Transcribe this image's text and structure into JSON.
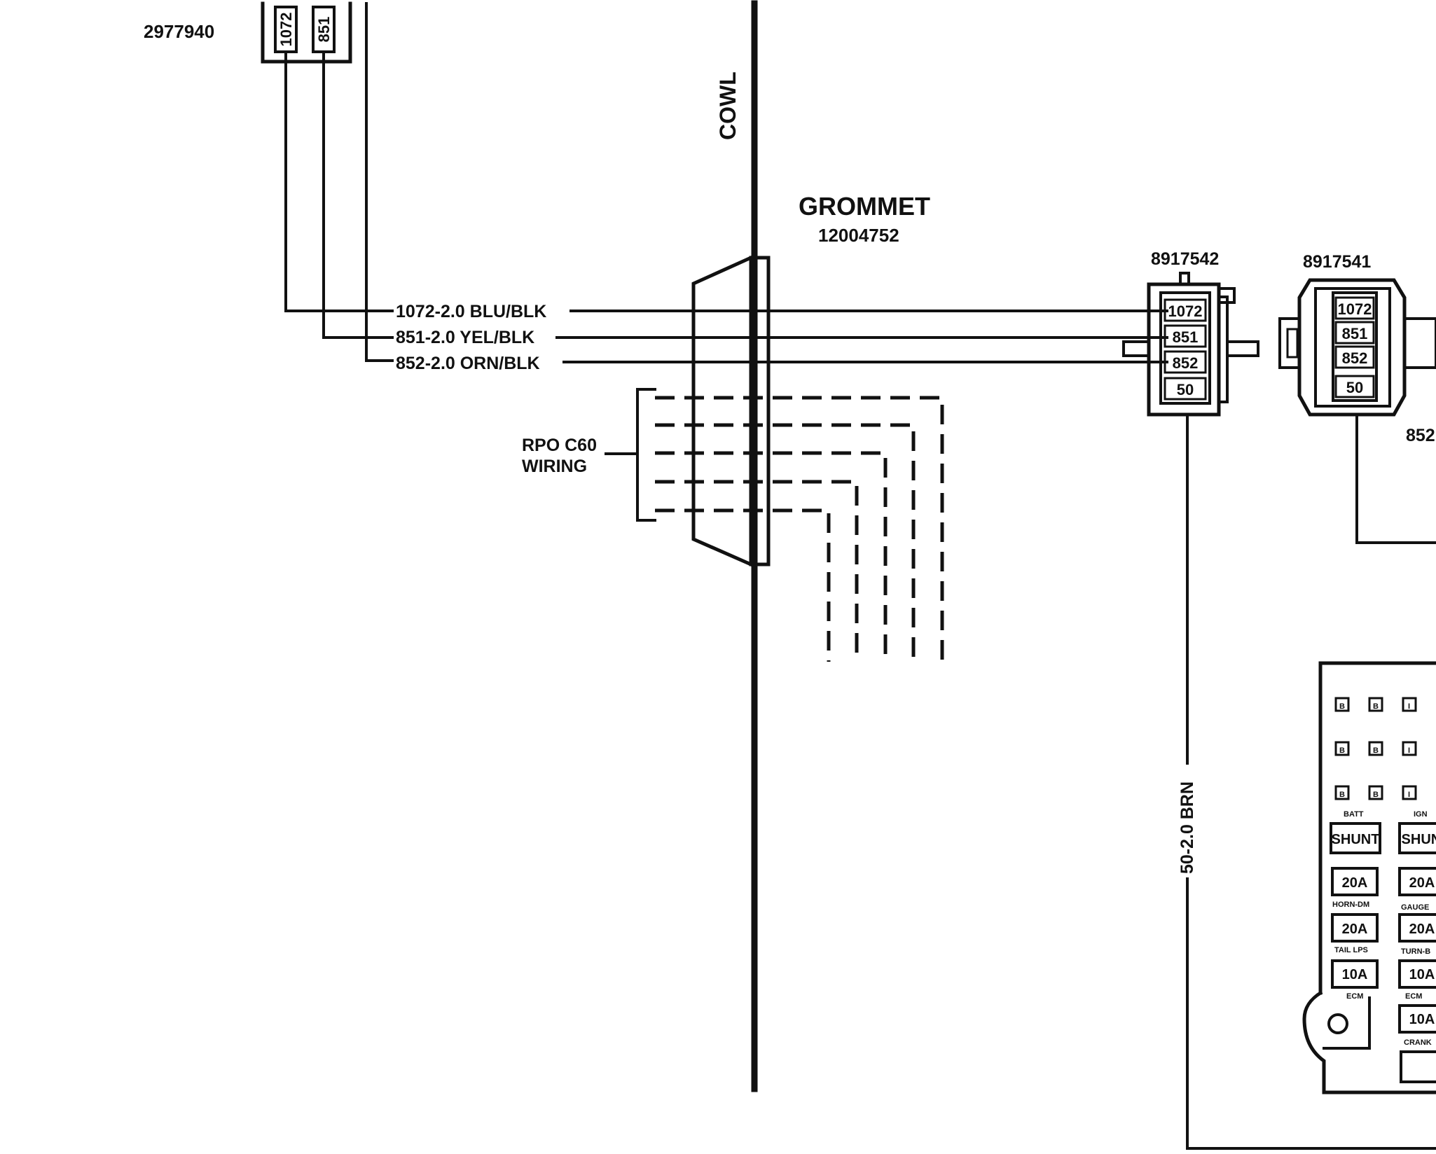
{
  "top_connector": {
    "part_number": "2977940",
    "pins": [
      "1072",
      "851"
    ]
  },
  "cowl_label": "COWL",
  "grommet": {
    "title": "GROMMET",
    "part_number": "12004752"
  },
  "wires": [
    {
      "label": "1072-2.0 BLU/BLK"
    },
    {
      "label": "851-2.0 YEL/BLK"
    },
    {
      "label": "852-2.0 ORN/BLK"
    }
  ],
  "rpo": {
    "line1": "RPO C60",
    "line2": "WIRING"
  },
  "connector_left": {
    "part_number": "8917542",
    "pins": [
      "1072",
      "851",
      "852",
      "50"
    ]
  },
  "connector_right": {
    "part_number": "8917541",
    "pins": [
      "1072",
      "851",
      "852",
      "50"
    ]
  },
  "partial_label_right": "852",
  "brown_wire": {
    "label": "50-2.0 BRN"
  },
  "fuse_block": {
    "terminal_rows": [
      [
        "B",
        "B",
        "I"
      ],
      [
        "B",
        "B",
        "I"
      ],
      [
        "B",
        "B",
        "I"
      ]
    ],
    "column_headers": [
      "BATT",
      "IGN"
    ],
    "fuses": [
      {
        "left": "SHUNT",
        "right": "SHUNT"
      },
      {
        "left": "20A",
        "left_sub": "HORN-DM",
        "right": "20A",
        "right_sub": "GAUGE"
      },
      {
        "left": "20A",
        "left_sub": "TAIL LPS",
        "right": "20A",
        "right_sub": "TURN-B"
      },
      {
        "left": "10A",
        "left_sub": "ECM",
        "right": "10A",
        "right_sub": "ECM"
      },
      {
        "right": "10A",
        "right_sub": "CRANK"
      }
    ]
  }
}
